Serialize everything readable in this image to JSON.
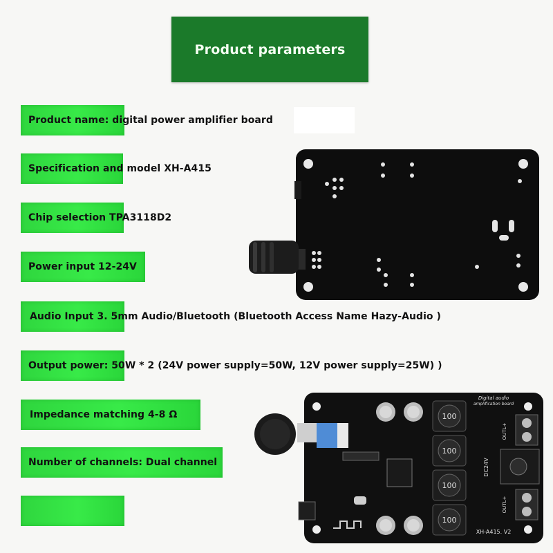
{
  "header": {
    "title": "Product parameters"
  },
  "params": [
    "Product name: digital power amplifier board",
    "Specification and model XH-A415",
    "Chip selection TPA3118D2",
    "Power input 12-24V",
    "Audio Input 3. 5mm Audio/Bluetooth (Bluetooth Access Name Hazy-Audio )",
    "Output power: 50W * 2 (24V power supply=50W, 12V power supply=25W) )",
    "Impedance matching 4-8 Ω",
    "Number of channels: Dual channel",
    ""
  ],
  "board": {
    "silk_title": "Digital audio",
    "silk_subtitle": "amplification board",
    "model_label": "XH-A415. V2",
    "inductor_marks": [
      "100",
      "100",
      "100",
      "100"
    ],
    "dc_label": "DC24V",
    "out_left_label": "OUTL+",
    "out_right_label": "OUTL+"
  },
  "colors": {
    "header_bg": "#1b7a2a",
    "param_bg": "#38ea48",
    "board": "#101010"
  }
}
